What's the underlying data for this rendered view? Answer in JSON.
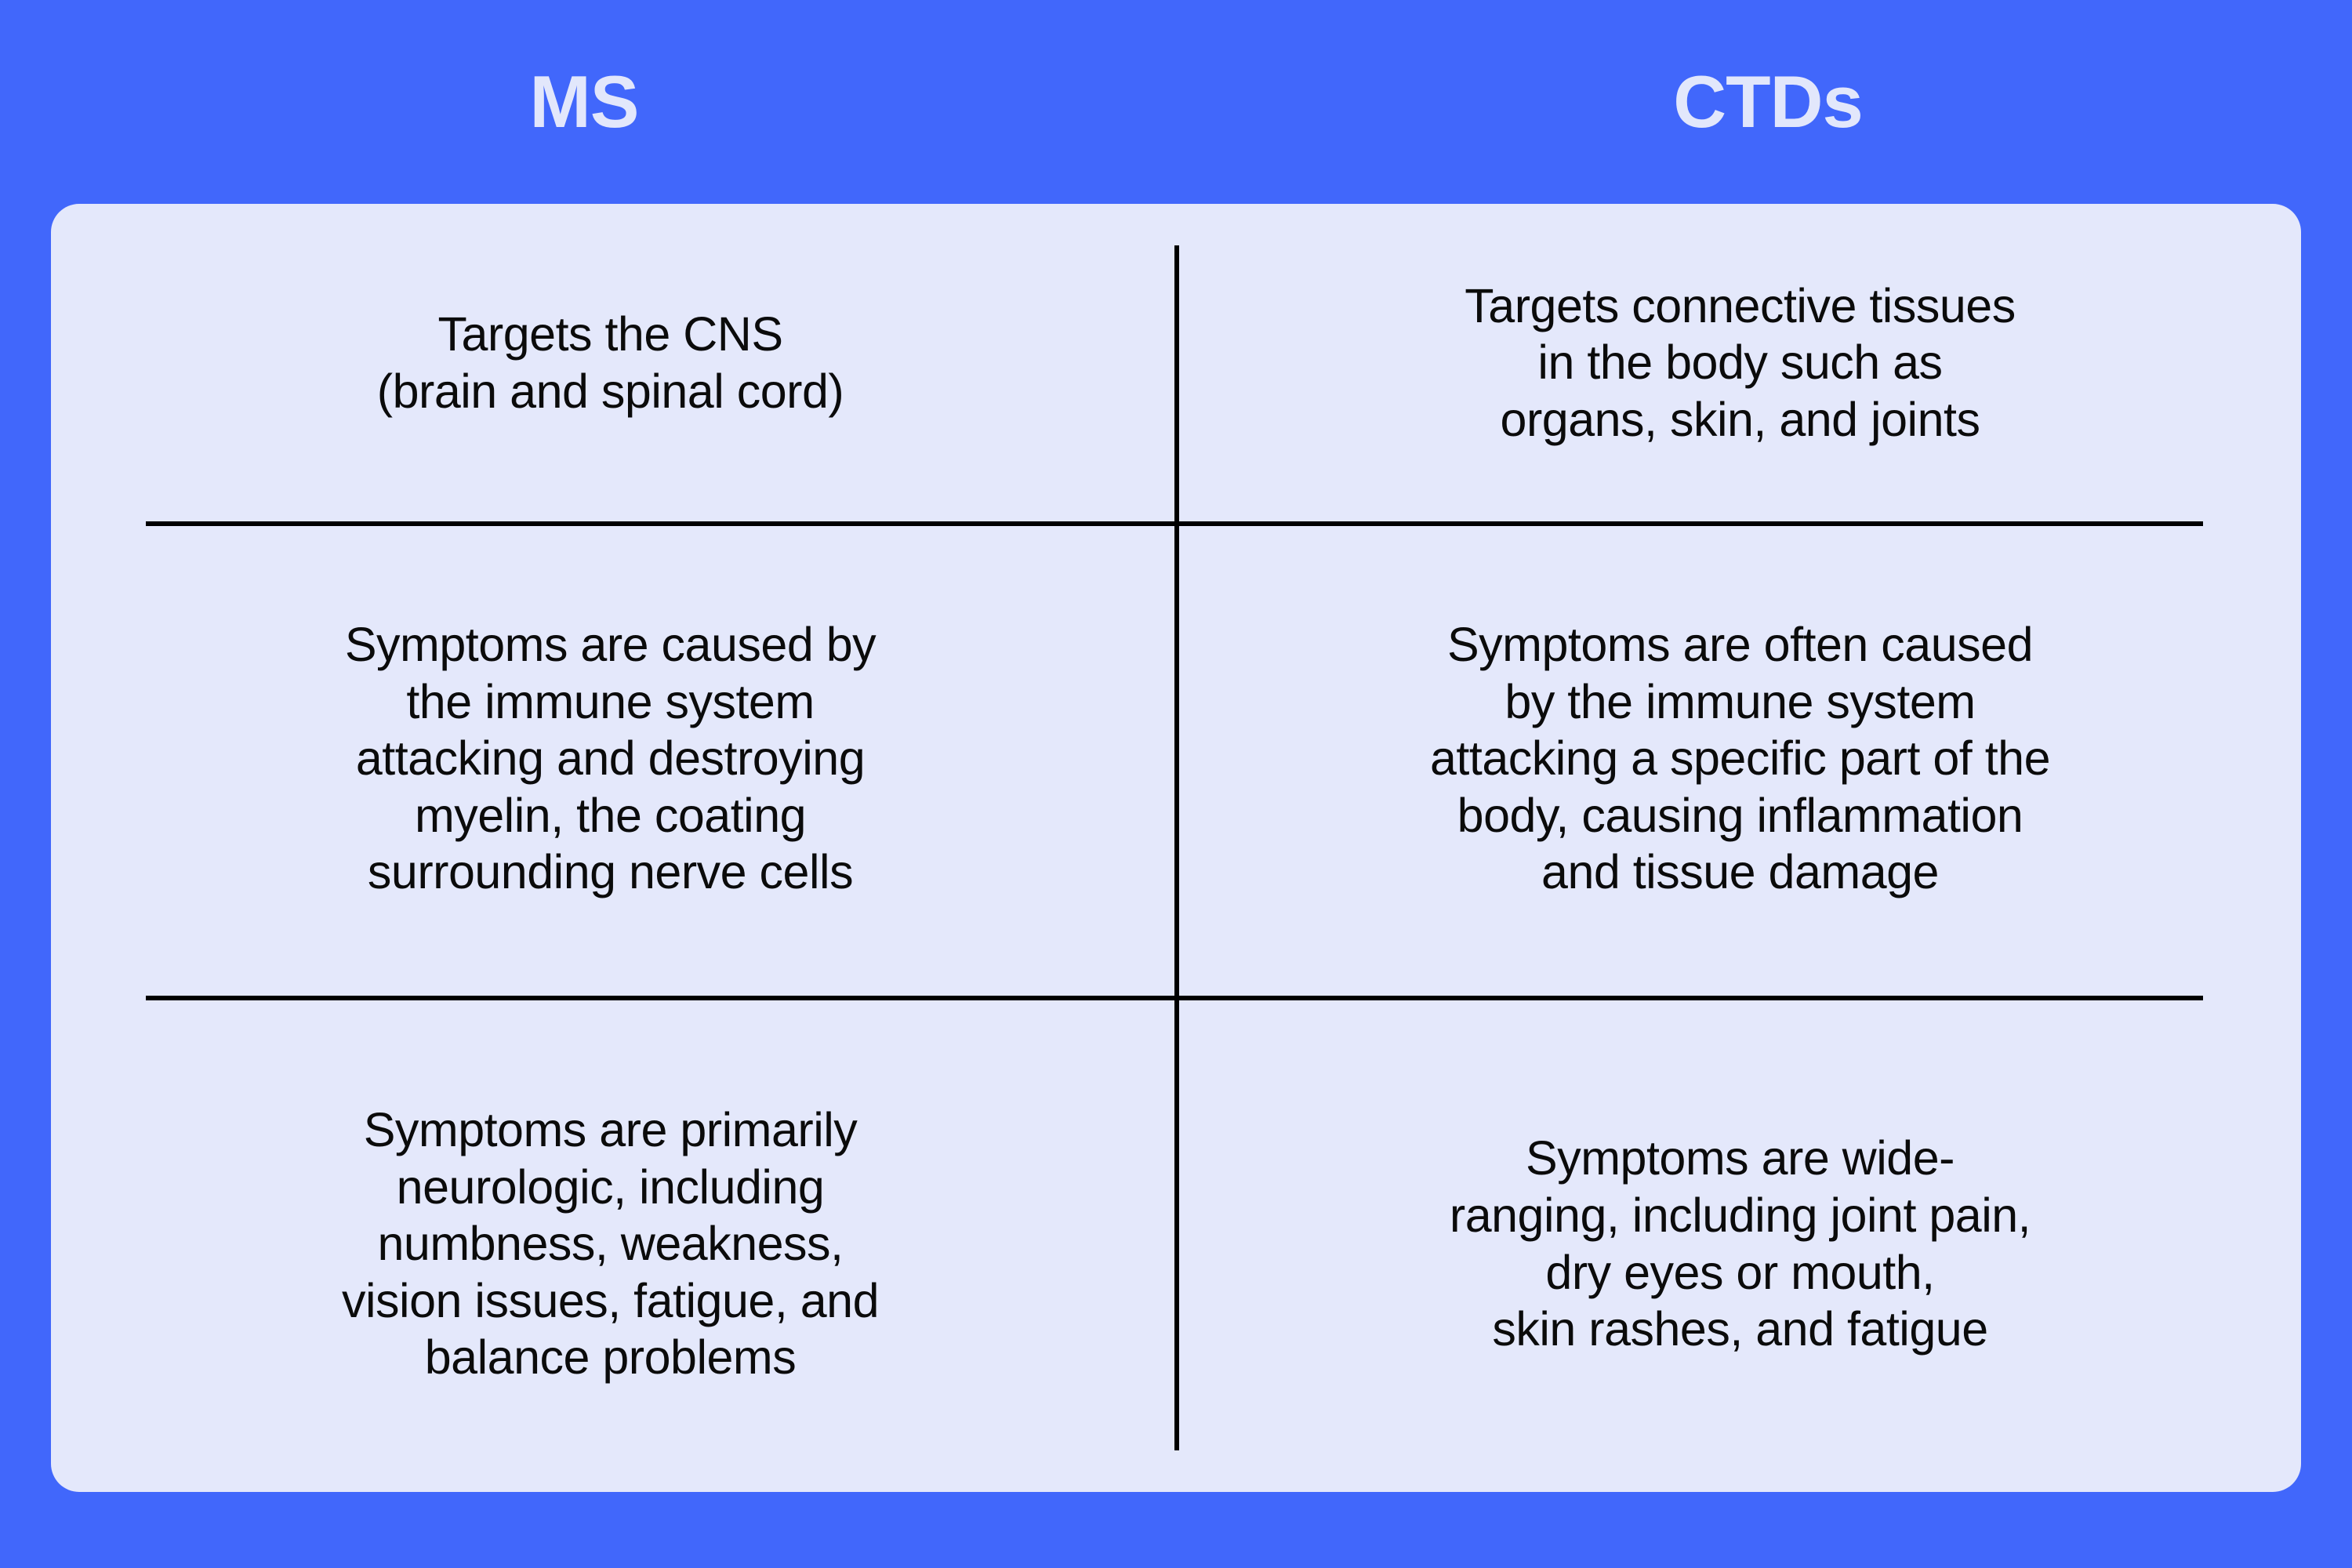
{
  "theme": {
    "background_color": "#4167FB",
    "card_color": "#E4E8FB",
    "header_text_color": "#E2E7FB",
    "body_text_color": "#0B0B0B",
    "divider_color": "#000000"
  },
  "headers": [
    {
      "label": "MS"
    },
    {
      "label": "CTDs"
    }
  ],
  "rows": [
    {
      "ms": "Targets the CNS\n(brain and spinal cord)",
      "ctds": "Targets connective tissues\nin the body such as\norgans, skin, and joints"
    },
    {
      "ms": "Symptoms are caused by\nthe immune system\nattacking and destroying\nmyelin, the coating\nsurrounding nerve cells",
      "ctds": "Symptoms are often caused\nby the immune system\nattacking a specific part of the\nbody, causing inflammation\nand tissue damage"
    },
    {
      "ms": "Symptoms are primarily\nneurologic, including\nnumbness, weakness,\nvision issues, fatigue, and\nbalance problems",
      "ctds": "Symptoms are wide-\nranging, including joint pain,\ndry eyes or mouth,\nskin rashes, and fatigue"
    }
  ]
}
